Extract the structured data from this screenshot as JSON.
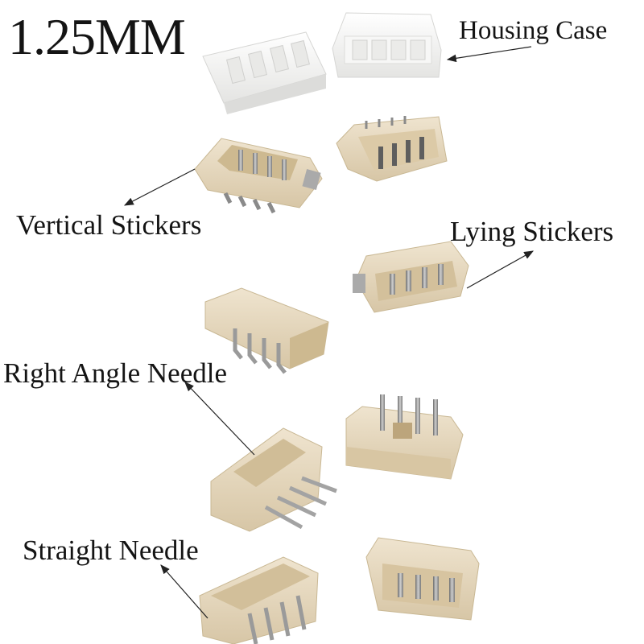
{
  "title": "1.25MM",
  "labels": {
    "housing_case": "Housing Case",
    "vertical_stickers": "Vertical Stickers",
    "lying_stickers": "Lying Stickers",
    "right_angle_needle": "Right Angle Needle",
    "straight_needle": "Straight Needle"
  },
  "colors": {
    "background": "#ffffff",
    "housing_white": "#f2f2f0",
    "connector_beige": "#e6d8bf",
    "connector_shadow": "#c9b894",
    "pin_metal": "#9a9a9a",
    "text": "#141414"
  }
}
